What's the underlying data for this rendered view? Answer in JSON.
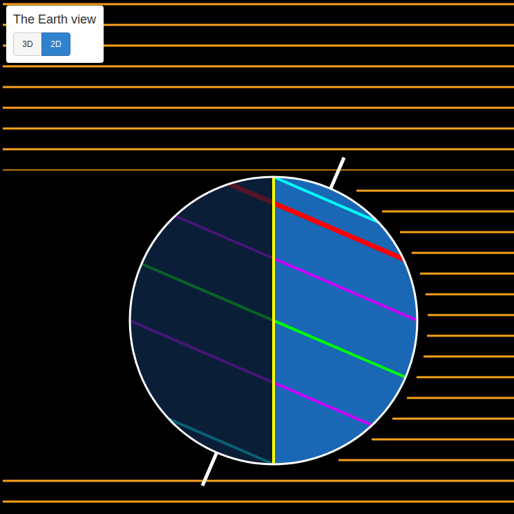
{
  "diagram": {
    "nodes": [
      {
        "text": [
          "The Earth view"
        ]
      },
      {
        "text": [
          "3D"
        ],
        "in": 0
      },
      {
        "text": [
          "2D"
        ],
        "in": 0
      }
    ]
  }
}
